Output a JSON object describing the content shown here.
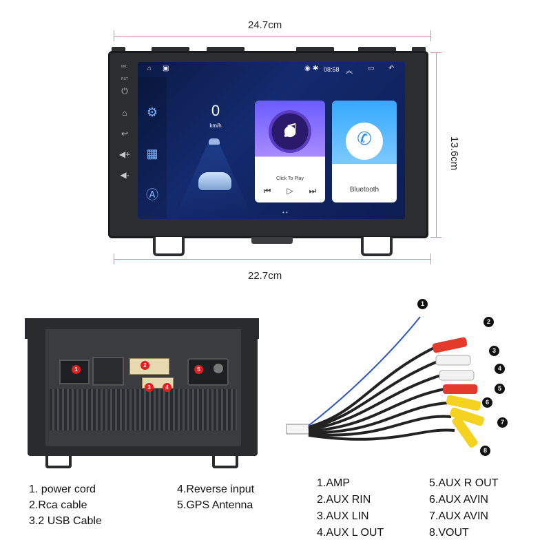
{
  "dimensions": {
    "top_width": "24.7cm",
    "bottom_width": "22.7cm",
    "height": "13.6cm"
  },
  "screen": {
    "time": "08:58",
    "speed": "0",
    "speed_unit": "km/h",
    "music_card_caption": "Click To Play",
    "bluetooth_label": "Bluetooth",
    "side_labels": [
      "MIC",
      "RST"
    ]
  },
  "back_panel": {
    "badges": [
      "1",
      "2",
      "3",
      "4",
      "5"
    ]
  },
  "cable": {
    "markers": [
      "1",
      "2",
      "3",
      "4",
      "5",
      "6",
      "7",
      "8"
    ],
    "plug_colors": {
      "red": "#e33a2c",
      "white": "#f2f2f2",
      "yellow": "#f5d21f",
      "blue_wire": "#2c53c7"
    }
  },
  "legend_left": [
    "1. power cord",
    "2.Rca cable",
    "3.2 USB Cable",
    "4.Reverse input",
    "5.GPS Antenna"
  ],
  "legend_right_col1": [
    "1.AMP",
    "2.AUX RIN",
    "3.AUX LIN",
    "4.AUX L OUT"
  ],
  "legend_right_col2": [
    "5.AUX R OUT",
    "6.AUX AVIN",
    "7.AUX AVIN",
    "8.VOUT"
  ]
}
